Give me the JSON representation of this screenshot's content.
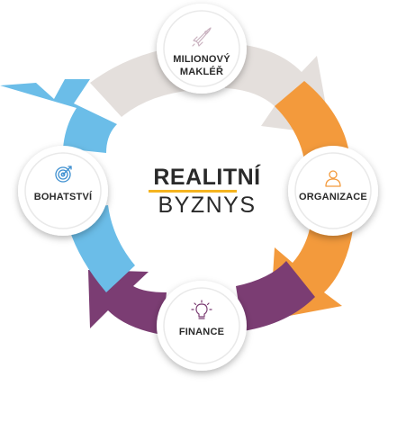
{
  "center": {
    "title_line1": "REALITNÍ",
    "title_line2": "BYZNYS",
    "rule_color": "#f5b41f"
  },
  "nodes": [
    {
      "id": "milionovy-makler",
      "label_line1": "MILIONOVÝ",
      "label_line2": "MAKLÉŘ",
      "icon": "rocket-icon",
      "arrow_color": "#e4dfdc"
    },
    {
      "id": "organizace",
      "label_line1": "ORGANIZACE",
      "label_line2": "",
      "icon": "person-icon",
      "arrow_color": "#f39a3c"
    },
    {
      "id": "finance",
      "label_line1": "FINANCE",
      "label_line2": "",
      "icon": "lightbulb-icon",
      "arrow_color": "#7b3d73"
    },
    {
      "id": "bohatstvi",
      "label_line1": "BOHATSTVÍ",
      "label_line2": "",
      "icon": "target-icon",
      "arrow_color": "#6bbde8"
    }
  ]
}
